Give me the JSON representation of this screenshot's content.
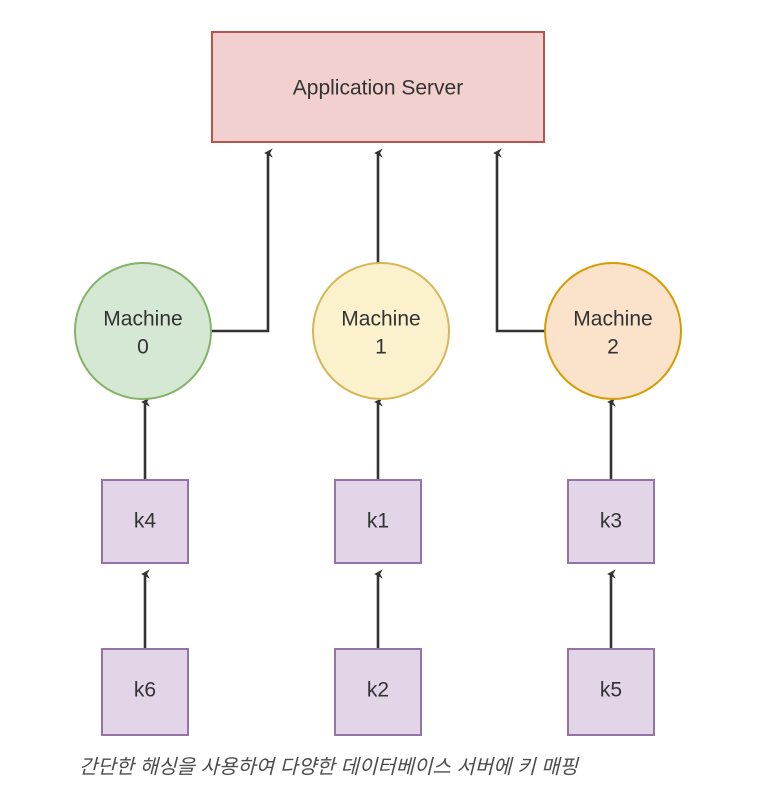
{
  "diagram": {
    "background_color": "#ffffff",
    "server": {
      "label": "Application Server",
      "fill": "#f2d0d0",
      "stroke": "#b85450"
    },
    "machines": [
      {
        "label_line1": "Machine",
        "label_line2": "0",
        "fill": "#d5e8d4",
        "stroke": "#82b366"
      },
      {
        "label_line1": "Machine",
        "label_line2": "1",
        "fill": "#fbf2cd",
        "stroke": "#d6b656"
      },
      {
        "label_line1": "Machine",
        "label_line2": "2",
        "fill": "#fae2cb",
        "stroke": "#d79b00"
      }
    ],
    "keys_middle_row": [
      {
        "label": "k4",
        "fill": "#e1d5e7",
        "stroke": "#9673a6"
      },
      {
        "label": "k1",
        "fill": "#e1d5e7",
        "stroke": "#9673a6"
      },
      {
        "label": "k3",
        "fill": "#e1d5e7",
        "stroke": "#9673a6"
      }
    ],
    "keys_bottom_row": [
      {
        "label": "k6",
        "fill": "#e1d5e7",
        "stroke": "#9673a6"
      },
      {
        "label": "k2",
        "fill": "#e1d5e7",
        "stroke": "#9673a6"
      },
      {
        "label": "k5",
        "fill": "#e1d5e7",
        "stroke": "#9673a6"
      }
    ],
    "caption": "간단한 해싱을 사용하여 다양한 데이터베이스 서버에 키 매핑",
    "edge_color": "#333333"
  }
}
